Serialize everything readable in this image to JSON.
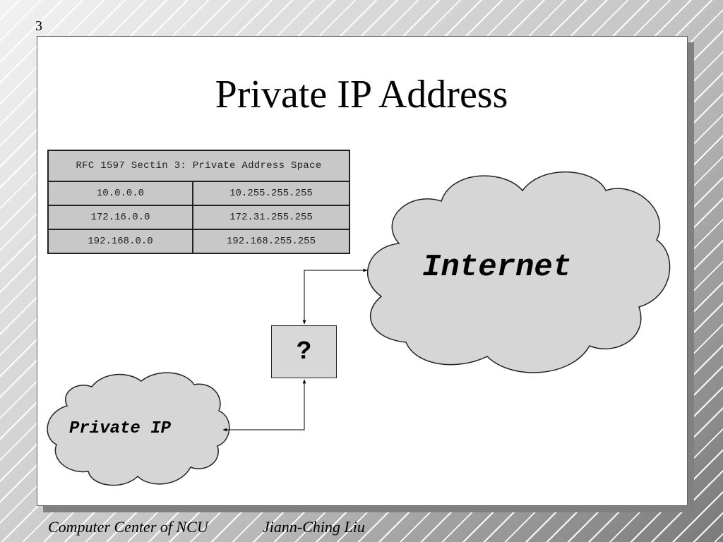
{
  "slide": {
    "number": "3",
    "title": "Private IP Address"
  },
  "table": {
    "header": "RFC 1597 Sectin 3: Private Address Space",
    "rows": [
      {
        "start": "10.0.0.0",
        "end": "10.255.255.255"
      },
      {
        "start": "172.16.0.0",
        "end": "172.31.255.255"
      },
      {
        "start": "192.168.0.0",
        "end": "192.168.255.255"
      }
    ]
  },
  "diagram": {
    "internet_label": "Internet",
    "private_label": "Private IP",
    "gateway_label": "?"
  },
  "footer": {
    "organization": "Computer Center of NCU",
    "author": "Jiann-Ching Liu"
  }
}
